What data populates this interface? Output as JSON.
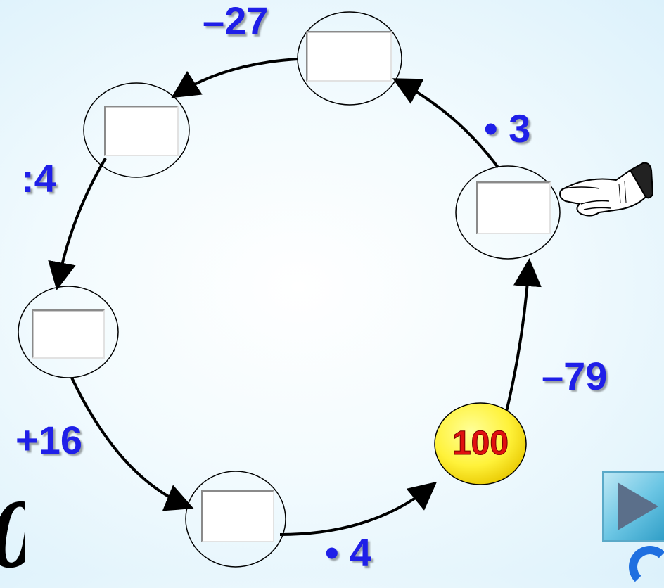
{
  "operations": {
    "minus_27": "–27",
    "times_3": "• 3",
    "divide_4": ":4",
    "minus_79": "–79",
    "plus_16": "+16",
    "times_4": "• 4"
  },
  "start_value": "100",
  "inputs": {
    "top": "",
    "upper_left": "",
    "right": "",
    "left": "",
    "bottom": ""
  },
  "colors": {
    "operation_text": "#1f1fe8",
    "start_text": "#e01010",
    "start_fill": "#fff23a",
    "arrow": "#000000"
  },
  "icons": [
    "pointing-hand-icon",
    "play-icon"
  ]
}
